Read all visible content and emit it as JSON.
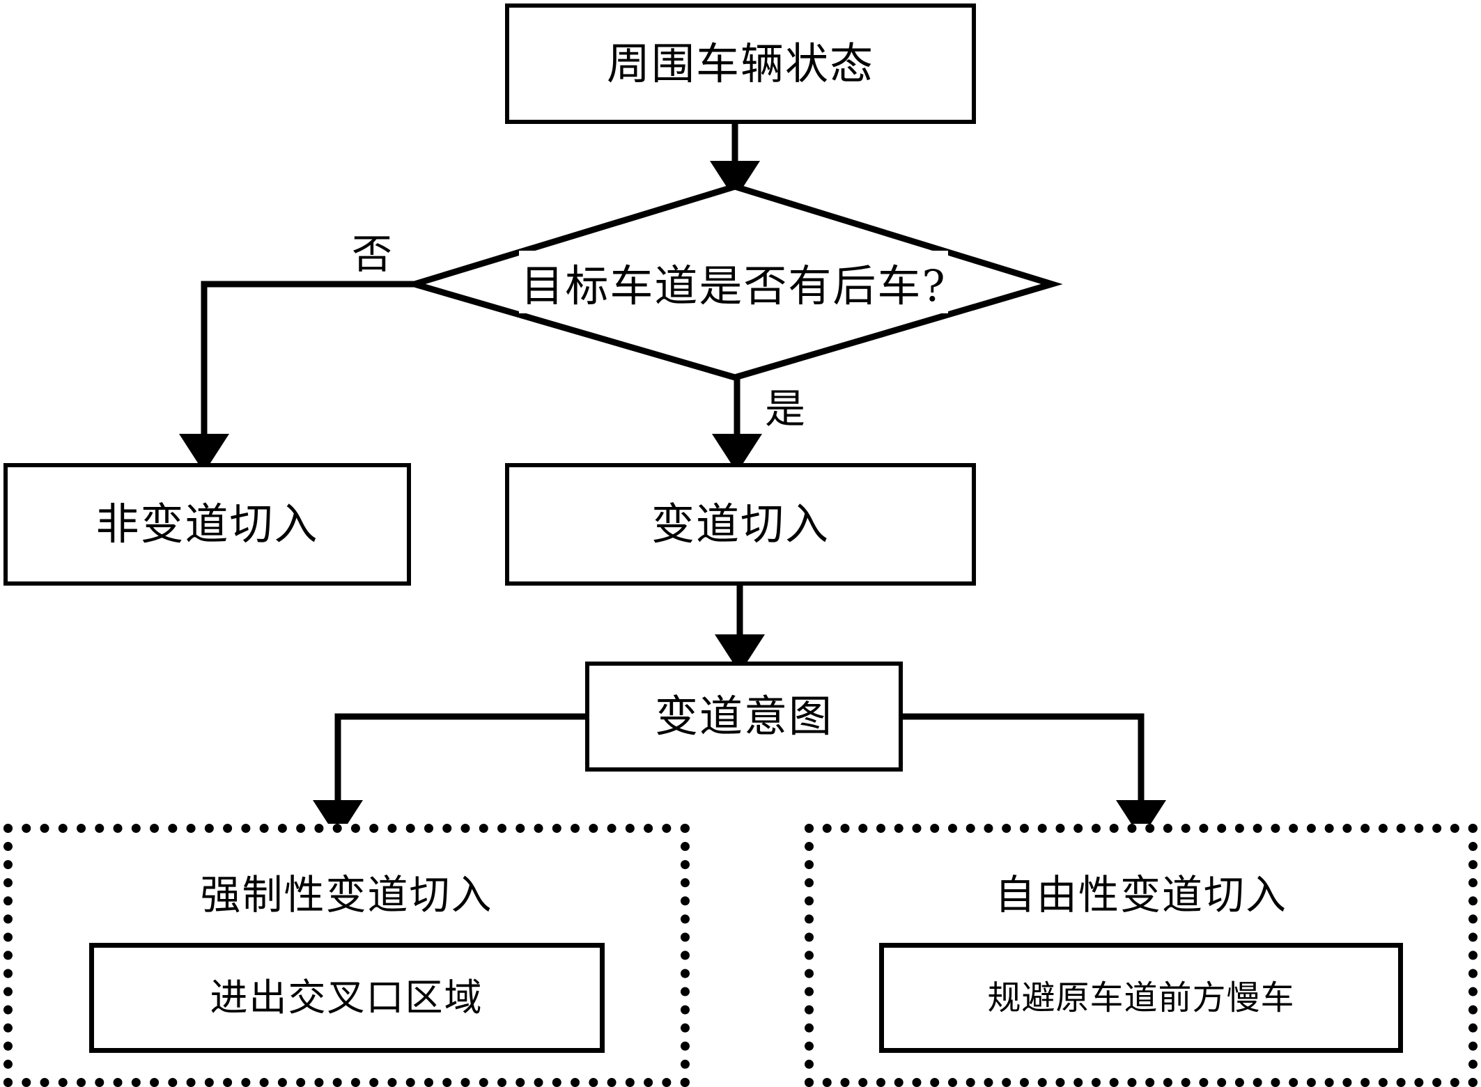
{
  "diagram": {
    "type": "flowchart",
    "language": "zh-CN",
    "colors": {
      "stroke": "#000000",
      "fill": "#ffffff",
      "text": "#000000"
    },
    "nodes": {
      "start": {
        "label": "周围车辆状态",
        "shape": "rectangle"
      },
      "decision": {
        "label": "目标车道是否有后车?",
        "shape": "diamond"
      },
      "no_branch": {
        "label": "非变道切入",
        "shape": "rectangle"
      },
      "yes_branch": {
        "label": "变道切入",
        "shape": "rectangle"
      },
      "intent": {
        "label": "变道意图",
        "shape": "rectangle"
      },
      "mandatory_group": {
        "title": "强制性变道切入",
        "shape": "dotted-rectangle",
        "child": "进出交叉口区域"
      },
      "discretionary_group": {
        "title": "自由性变道切入",
        "shape": "dotted-rectangle",
        "child": "规避原车道前方慢车"
      }
    },
    "edge_labels": {
      "no": "否",
      "yes": "是"
    }
  }
}
